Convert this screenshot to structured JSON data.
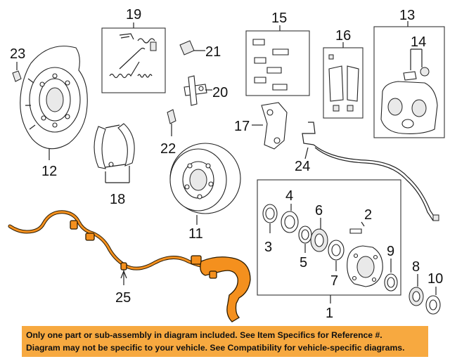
{
  "callouts": {
    "c1": "1",
    "c2": "2",
    "c3": "3",
    "c4": "4",
    "c5": "5",
    "c6": "6",
    "c7": "7",
    "c8": "8",
    "c9": "9",
    "c10": "10",
    "c11": "11",
    "c12": "12",
    "c13": "13",
    "c14": "14",
    "c15": "15",
    "c16": "16",
    "c17": "17",
    "c18": "18",
    "c19": "19",
    "c20": "20",
    "c21": "21",
    "c22": "22",
    "c23": "23",
    "c24": "24",
    "c25": "25"
  },
  "notice": {
    "line1": "Only one part or sub-assembly in diagram included. See Item Specifics for Reference #.",
    "line2": "Diagram may not be specific to your vehicle. See Compatibility for vehicle-specific diagrams."
  },
  "colors": {
    "highlight": "#f4901e",
    "notice_background": "#f7a940"
  }
}
